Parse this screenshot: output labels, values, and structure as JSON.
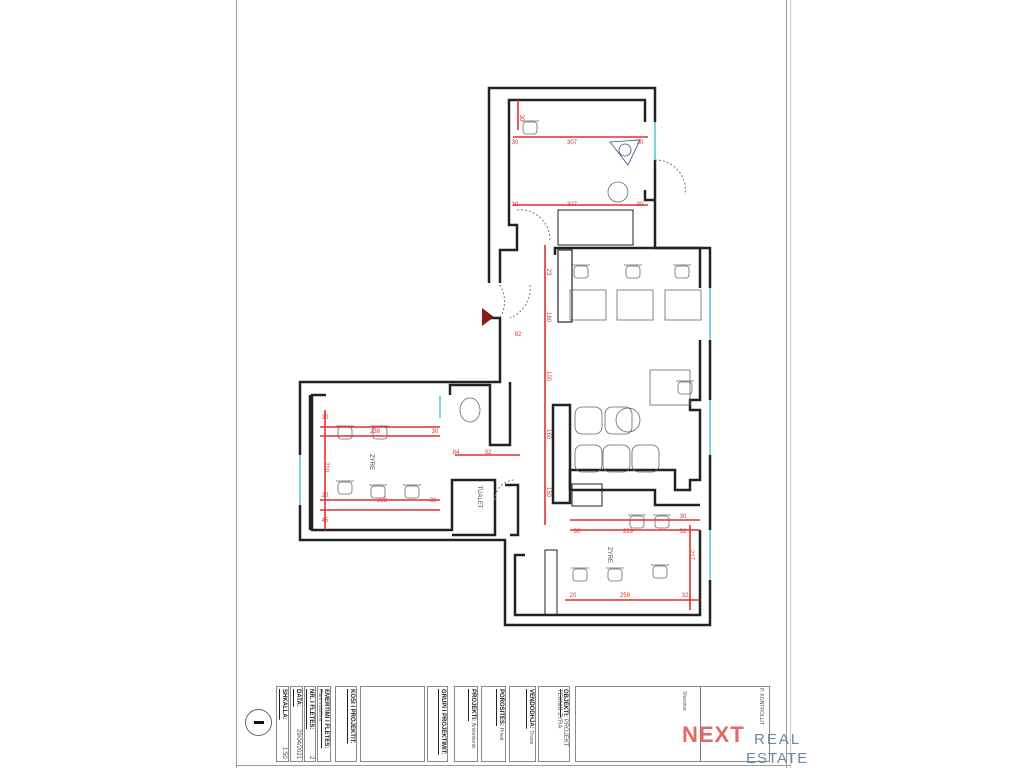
{
  "plan": {
    "entrance_color": "#8b1a1a",
    "dimension_color": "#e03030",
    "window_color": "#7fd3e0",
    "rooms": [
      "ZYRE",
      "ZYRE",
      "TUALET"
    ],
    "dimensions_top_room": [
      "30",
      "307",
      "30",
      "30",
      "307",
      "30",
      "30"
    ],
    "dimensions_corridor": [
      "23",
      "160",
      "100",
      "160",
      "150",
      "92"
    ],
    "dimensions_left_room": [
      "30",
      "238",
      "30",
      "210",
      "20",
      "238",
      "30",
      "45",
      "84",
      "32"
    ],
    "dimensions_bottom_room": [
      "30",
      "229",
      "32",
      "20",
      "259",
      "32",
      "217",
      "30"
    ]
  },
  "title_block": {
    "shkalla": {
      "label": "SHKALLA:",
      "value": "1:50"
    },
    "data": {
      "label": "DATA:",
      "value": "29/04/2021"
    },
    "nr_fletes": {
      "label": "NR. I FLETES:",
      "value": "2"
    },
    "emertimi": {
      "label": "EMERTIMI I FLETES:",
      "value": "Plani mobilimit"
    },
    "kosi": {
      "label": "KOSI I PROJEKTIT:"
    },
    "grupi": {
      "label": "GRUPI I PROJEKTIMIT:"
    },
    "projekti": {
      "label": "PROJEKTI:",
      "value": "Arkitektonik"
    },
    "porosites": {
      "label": "POROSITES:",
      "value": "Privat"
    },
    "vendodhja": {
      "label": "VENDODHJA:",
      "value": "Tirane"
    },
    "objekti": {
      "label": "OBJEKTI:",
      "value": "PROJEKT TEKNIK ZYRA"
    },
    "shenime": "Shenime",
    "kontroll": "P. KONTROLLIT"
  },
  "logo": {
    "next": "NEXT",
    "real": "REAL",
    "estate": "ESTATE",
    "next_color": "#e06a6a",
    "real_color": "#6d87a6"
  }
}
